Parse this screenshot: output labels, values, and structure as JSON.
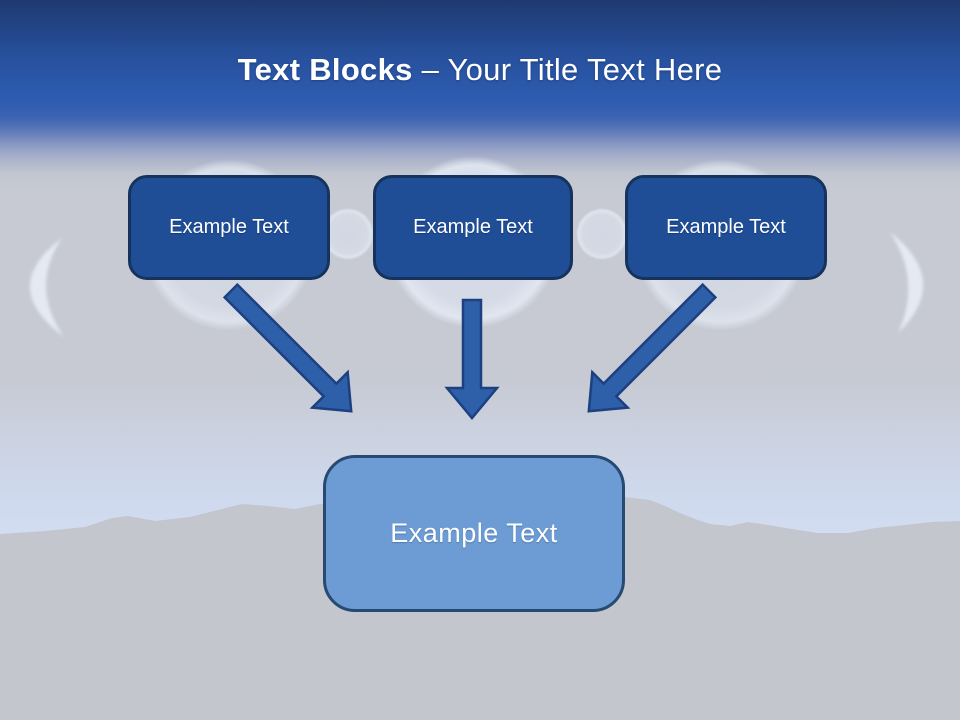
{
  "title": {
    "bold": "Text Blocks",
    "rest": " – Your Title Text Here"
  },
  "blocks": [
    {
      "label": "Example Text"
    },
    {
      "label": "Example Text"
    },
    {
      "label": "Example Text"
    }
  ],
  "result": {
    "label": "Example Text"
  },
  "icons": {
    "arrows": [
      "arrow-down-right",
      "arrow-down",
      "arrow-down-left"
    ],
    "background": [
      "gibbous-moon",
      "full-moon",
      "gibbous-moon",
      "crescent-moon-left",
      "crescent-moon-right",
      "mountain-ridge"
    ]
  },
  "colors": {
    "block_fill": "#1F4E96",
    "block_border": "#15335C",
    "result_fill": "#6C9CD3",
    "result_border": "#274A72",
    "arrow_fill": "#2E5FA9",
    "arrow_outline": "#1C4080",
    "title_text": "#FFFFFF",
    "sky_blue": "#2B57A8",
    "background_gray": "#C6C9D1",
    "mountain_gray": "#C3C6CC"
  }
}
